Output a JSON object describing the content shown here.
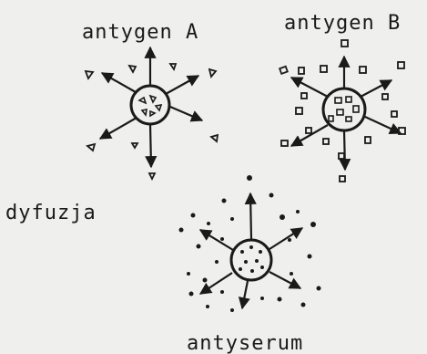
{
  "labels": {
    "antigen_a": "antygen A",
    "antigen_b": "antygen B",
    "diffusion": "dyfuzja",
    "antiserum": "antyserum"
  },
  "colors": {
    "ink": "#1a1a1a",
    "paper": "#efefed"
  }
}
